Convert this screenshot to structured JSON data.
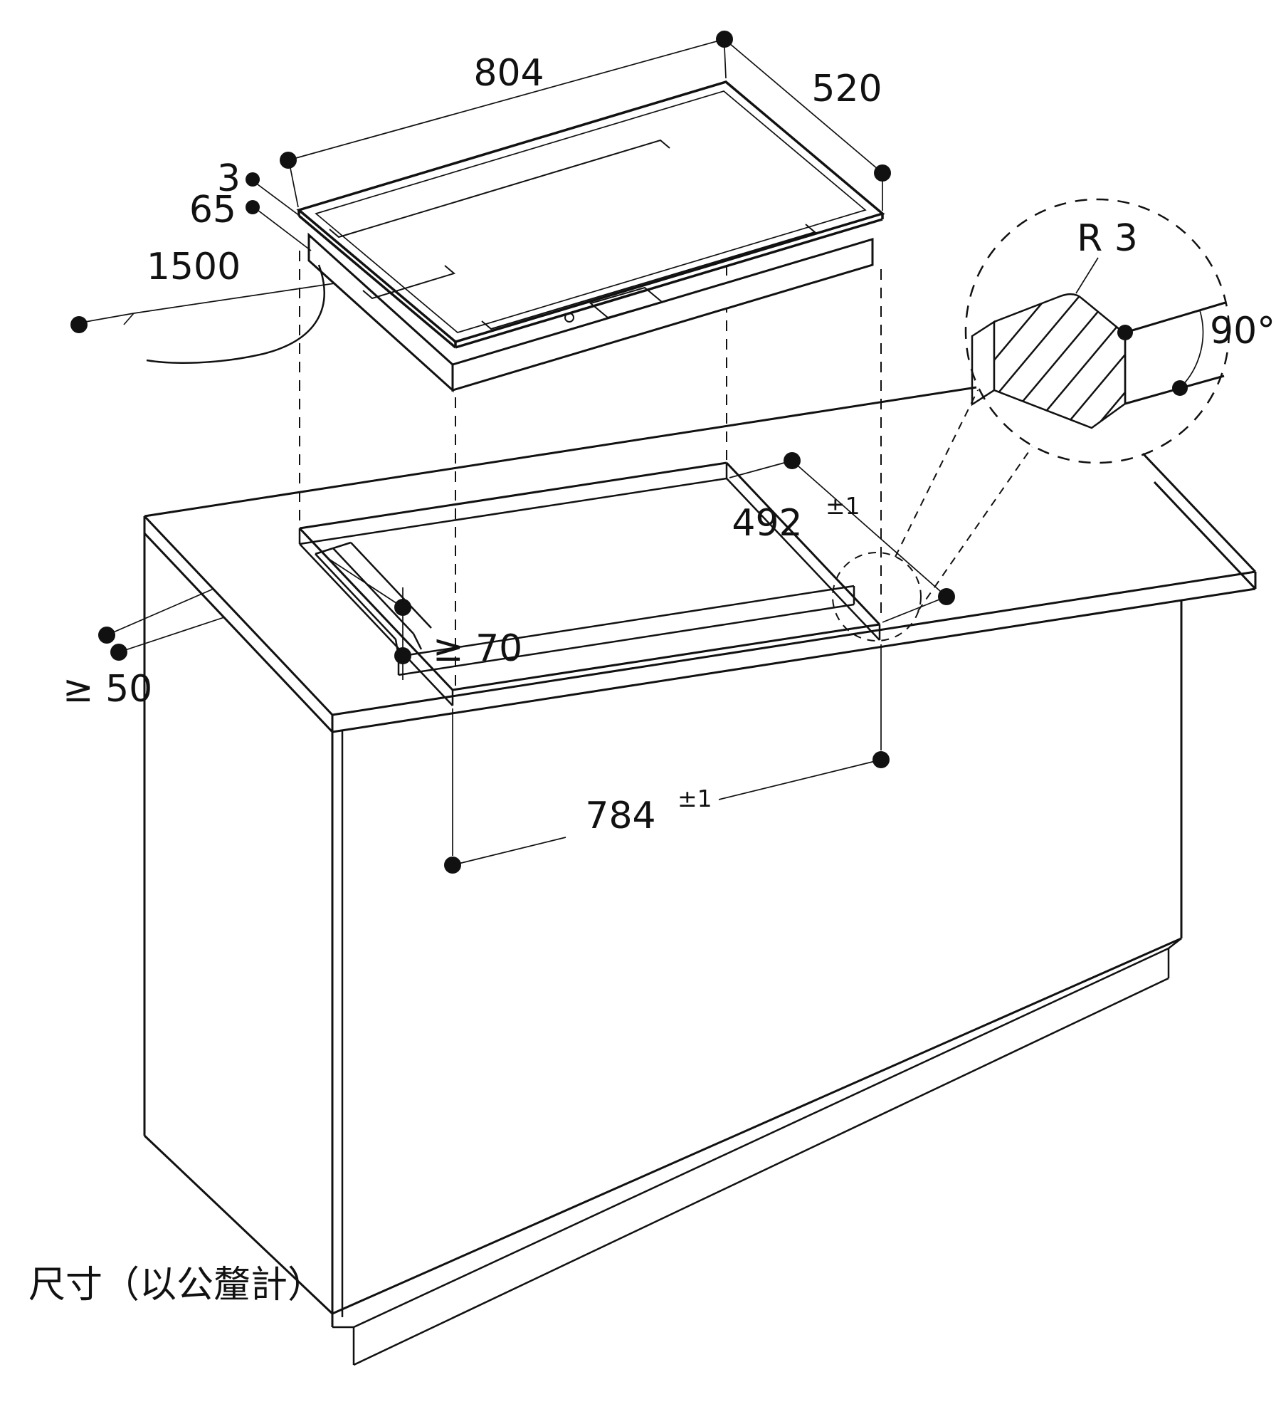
{
  "caption": "尺寸（以公釐計）",
  "cooktop": {
    "width_label": "804",
    "depth_label": "520",
    "glass_thickness_label": "3",
    "body_height_label": "65",
    "cable_length_label": "1500"
  },
  "cutout": {
    "depth_label": "492",
    "depth_tolerance": "±1",
    "width_label": "784",
    "width_tolerance": "±1",
    "rail_clearance_label": "≥ 70",
    "side_clearance_label": "≥ 50"
  },
  "detail": {
    "radius_label": "R 3",
    "angle_label": "90°"
  },
  "colors": {
    "line": "#111111",
    "background": "#ffffff"
  }
}
